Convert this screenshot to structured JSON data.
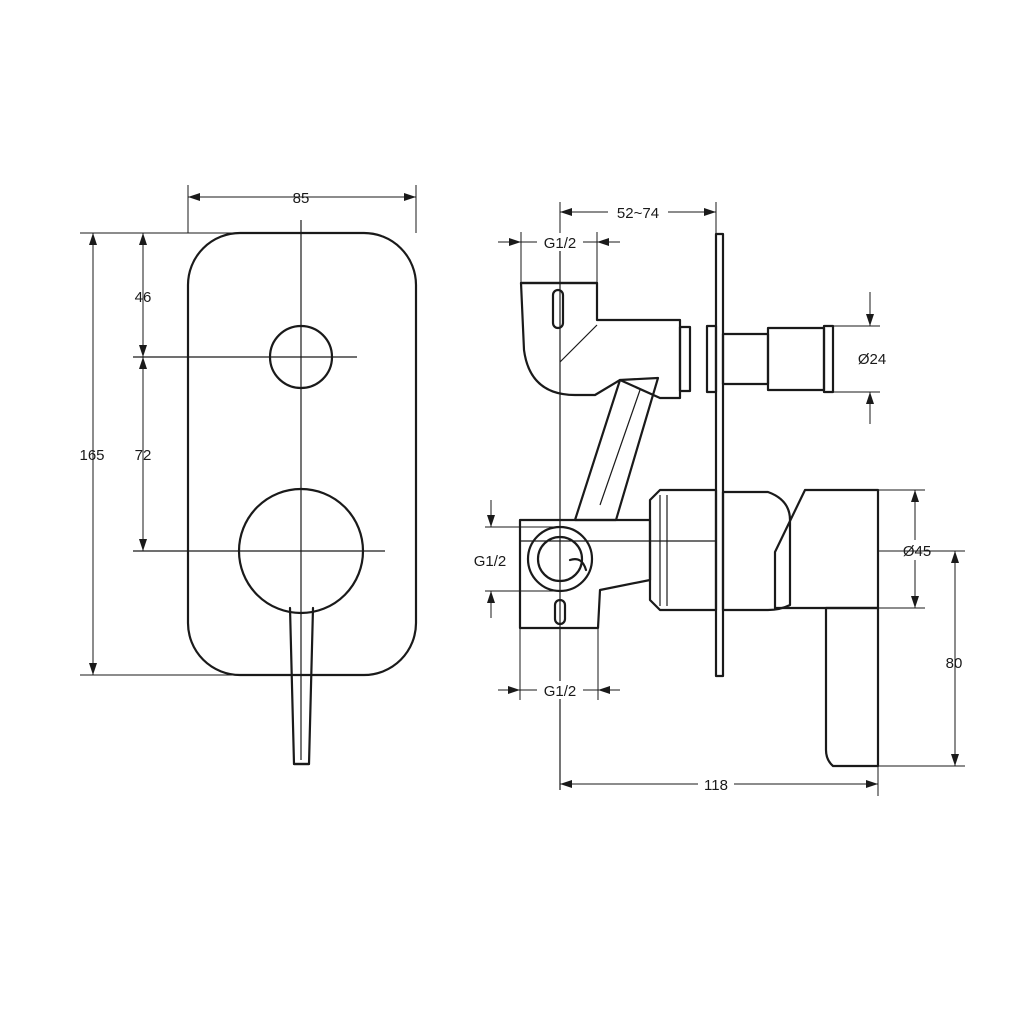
{
  "dimensions": {
    "width_85": "85",
    "height_165": "165",
    "offset_46": "46",
    "offset_72": "72",
    "depth_52_74": "52~74",
    "inlet_top": "G1/2",
    "inlet_side": "G1/2",
    "outlet_bottom": "G1/2",
    "dia_24": "Ø24",
    "dia_45": "Ø45",
    "lever_80": "80",
    "length_118": "118"
  }
}
